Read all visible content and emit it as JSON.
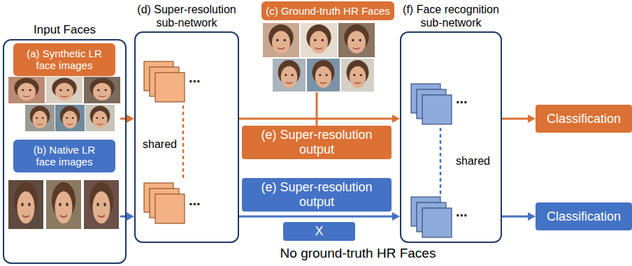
{
  "diagram": {
    "nodes": [
      {
        "text": [
          "Input Faces"
        ]
      },
      {
        "text": [
          "(a) Synthetic LR face images"
        ],
        "in": 0
      },
      {
        "text": [
          "(b) Native LR face images"
        ],
        "in": 0
      },
      {
        "text": [
          "(d) Super-resolution sub-network"
        ]
      },
      {
        "text": [
          "(c) Ground-truth HR Faces"
        ]
      },
      {
        "text": [
          "(e) Super-resolution output"
        ]
      },
      {
        "text": [
          "(e) Super-resolution output"
        ]
      },
      {
        "text": [
          "X"
        ]
      },
      {
        "text": [
          "(f) Face recognition sub-network"
        ]
      },
      {
        "text": [
          "Classification"
        ]
      },
      {
        "text": [
          "Classification"
        ]
      }
    ],
    "edges": [
      {
        "from": 1,
        "to": 3,
        "arrow": "to"
      },
      {
        "from": 2,
        "to": 3,
        "arrow": "to"
      },
      {
        "from": 3,
        "to": 8,
        "arrow": "to"
      },
      {
        "from": 3,
        "to": 8,
        "arrow": "to"
      },
      {
        "from": 4,
        "to": 5,
        "arrow": "none"
      },
      {
        "from": 8,
        "to": 9,
        "arrow": "to"
      },
      {
        "from": 8,
        "to": 10,
        "arrow": "to"
      }
    ],
    "labels": [
      "...",
      "shared",
      "...",
      "...",
      "shared",
      "...",
      "No ground-truth HR Faces"
    ]
  }
}
